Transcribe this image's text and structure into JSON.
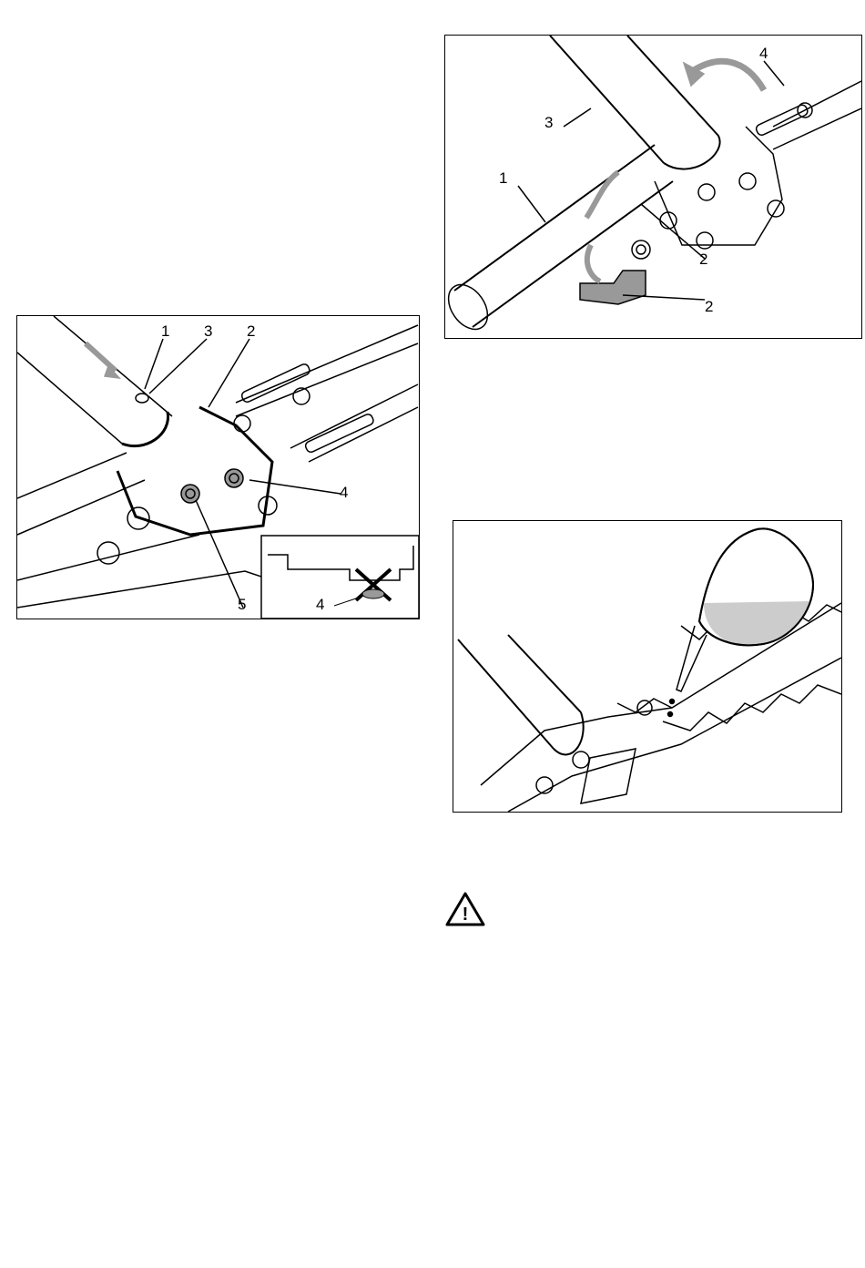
{
  "figure_left": {
    "callouts": [
      "1",
      "3",
      "2",
      "4",
      "5"
    ],
    "inset_callout": "4"
  },
  "figure_top_right": {
    "callouts": [
      "4",
      "3",
      "1",
      "2",
      "2"
    ]
  },
  "figure_bottom_right": {},
  "warning": {
    "icon": "warning-triangle-icon",
    "symbol": "!"
  }
}
